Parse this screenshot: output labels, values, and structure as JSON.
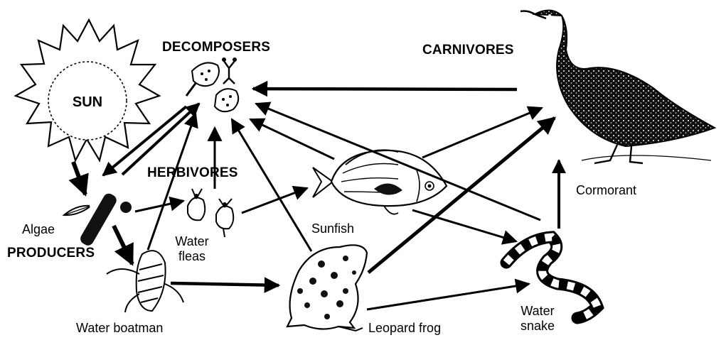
{
  "headings": {
    "decomposers": "DECOMPOSERS",
    "carnivores": "CARNIVORES",
    "herbivores": "HERBIVORES",
    "producers": "PRODUCERS"
  },
  "sun": {
    "label": "SUN"
  },
  "organisms": {
    "algae": "Algae",
    "water_fleas_1": "Water",
    "water_fleas_2": "fleas",
    "sunfish": "Sunfish",
    "cormorant": "Cormorant",
    "water_boatman": "Water boatman",
    "leopard_frog": "Leopard frog",
    "water_snake_1": "Water",
    "water_snake_2": "snake"
  }
}
